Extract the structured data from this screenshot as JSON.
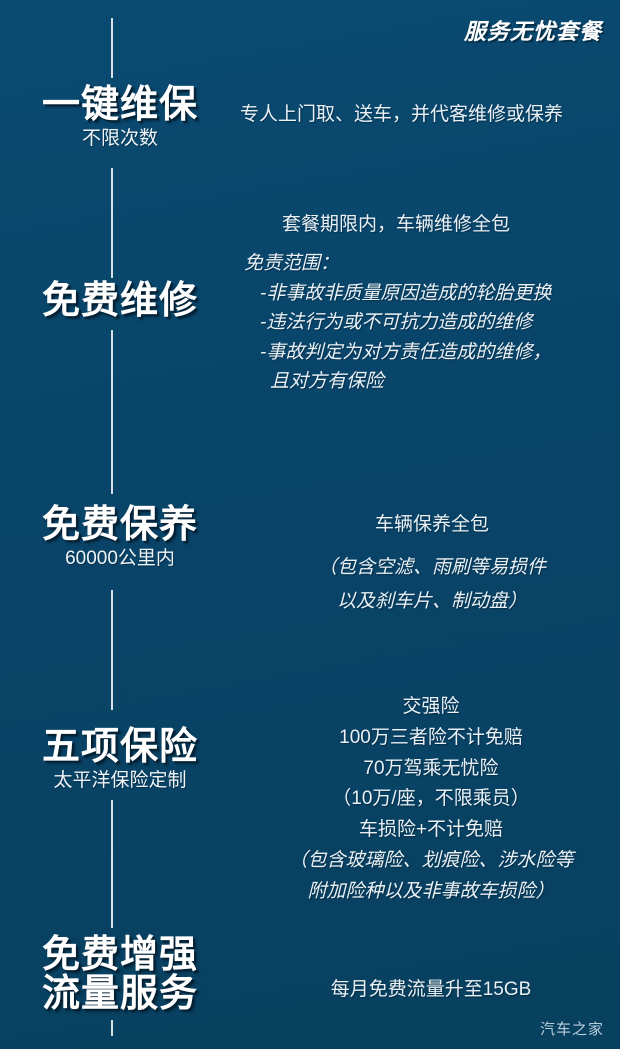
{
  "header": {
    "title": "服务无忧套餐"
  },
  "watermark": "汽车之家",
  "colors": {
    "background": "#09456b",
    "text": "#e9f1f6",
    "heading": "#ffffff",
    "rule": "#e8eef3"
  },
  "sections": [
    {
      "id": "one-key-maintenance",
      "title": "一键维保",
      "subtitle": "不限次数",
      "lines": [
        "专人上门取、送车，并代客维修或保养"
      ]
    },
    {
      "id": "free-repair",
      "title": "免费维修",
      "subtitle": "",
      "lines": [
        "套餐期限内，车辆维修全包",
        "免责范围：",
        "-非事故非质量原因造成的轮胎更换",
        "-违法行为或不可抗力造成的维修",
        "-事故判定为对方责任造成的维修，",
        "且对方有保险"
      ]
    },
    {
      "id": "free-maintenance",
      "title": "免费保养",
      "subtitle": "60000公里内",
      "lines": [
        "车辆保养全包",
        "（包含空滤、雨刷等易损件",
        "以及刹车片、制动盘）"
      ]
    },
    {
      "id": "five-insurances",
      "title": "五项保险",
      "subtitle": "太平洋保险定制",
      "lines": [
        "交强险",
        "100万三者险不计免赔",
        "70万驾乘无忧险",
        "（10万/座，不限乘员）",
        "车损险+不计免赔",
        "（包含玻璃险、划痕险、涉水险等",
        "附加险种以及非事故车损险）"
      ]
    },
    {
      "id": "free-enhanced-data",
      "title": "免费增强\n流量服务",
      "title_line1": "免费增强",
      "title_line2": "流量服务",
      "subtitle": "",
      "lines": [
        "每月免费流量升至15GB"
      ]
    }
  ]
}
